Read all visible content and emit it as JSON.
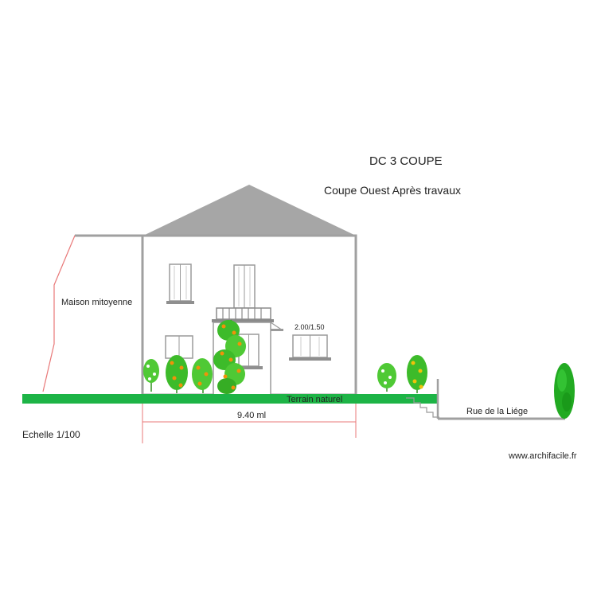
{
  "drawing": {
    "title": "DC 3  COUPE",
    "subtitle": "Coupe  Ouest Après travaux",
    "neighbor_label": "Maison mitoyenne",
    "window_label": "2.00/1.50",
    "ground_label": "Terrain naturel",
    "width_dimension": "9.40 ml",
    "street_label": "Rue de la Liége",
    "scale_label": "Echelle 1/100",
    "watermark": "www.archifacile.fr"
  },
  "colors": {
    "wall": "#a0a0a0",
    "roof": "#a6a6a6",
    "ground": "#1db446",
    "dimension_line": "#e87878",
    "foliage": "#3dbb2a",
    "fruit": "#f0920a",
    "hedge": "#22aa22"
  },
  "icons": [
    "climbing-plant-icon",
    "shrub-icon",
    "hedge-icon"
  ]
}
